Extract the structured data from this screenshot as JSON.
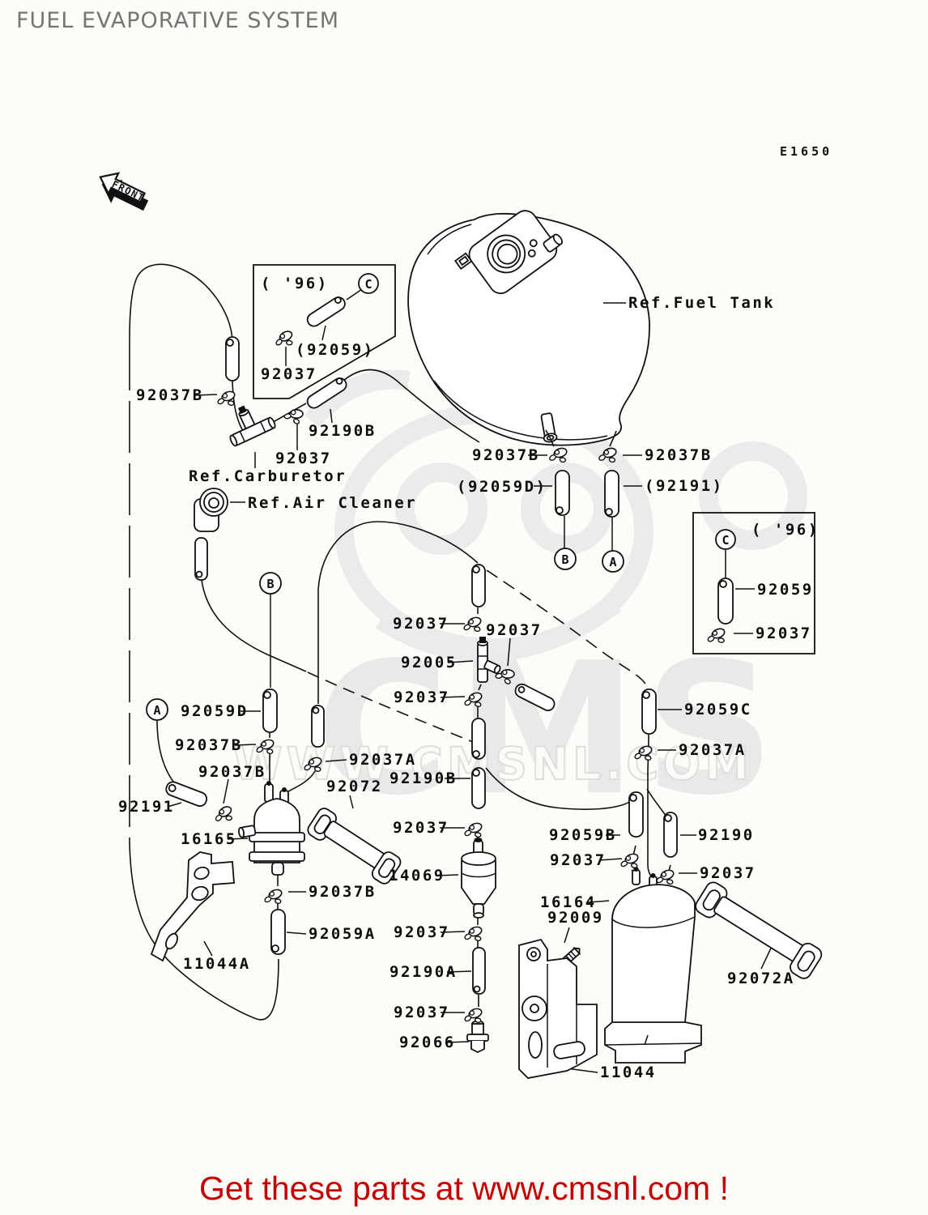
{
  "texts": {
    "title": "FUEL EVAPORATIVE SYSTEM",
    "code": "E1650",
    "front": "FRONT",
    "footer": "Get these parts at www.cmsnl.com !",
    "wm_logo": "CMS",
    "wm_url": "WWW.CMSNL.COM"
  },
  "callouts": {
    "a": "A",
    "b": "B",
    "c": "C"
  },
  "colors": {
    "line": "#111111",
    "title_gray": "#757575",
    "footer_red": "#c40000",
    "watermark_gray": "#e9e9e9",
    "background": "#fcfcf8"
  },
  "labels": {
    "year96_left": "( '96)",
    "p92059_paren": "(92059)",
    "p92037_inset_left": "92037",
    "p92037b_far_left": "92037B",
    "p92190b_top": "92190B",
    "p92037_carb": "92037",
    "ref_carburetor": "Ref.Carburetor",
    "ref_air_cleaner": "Ref.Air Cleaner",
    "ref_fuel_tank": "Ref.Fuel Tank",
    "p92037b_tank_left": "92037B",
    "p92037b_tank_right": "92037B",
    "p92059d_paren": "(92059D)",
    "p92191_paren": "(92191)",
    "year96_right": "( '96)",
    "p92059_inset_right": "92059",
    "p92037_inset_right": "92037",
    "p92037_center1": "92037",
    "p92037_center2": "92037",
    "p92005": "92005",
    "p92037_center3": "92037",
    "p92059c": "92059C",
    "p92037a_right": "92037A",
    "p92059d": "92059D",
    "p92037b_left1": "92037B",
    "p92037b_left2": "92037B",
    "p92191": "92191",
    "p16165": "16165",
    "p92072": "92072",
    "p92037a_center": "92037A",
    "p92190b_center": "92190B",
    "p92037_center4": "92037",
    "p14069": "14069",
    "p92037b_left3": "92037B",
    "p92059a": "92059A",
    "p11044a": "11044A",
    "p92037_center5": "92037",
    "p92190a": "92190A",
    "p92037_center6": "92037",
    "p92066": "92066",
    "p92059b": "92059B",
    "p92190": "92190",
    "p92037_right1": "92037",
    "p92037_right2": "92037",
    "p16164": "16164",
    "p92009": "92009",
    "p92072a": "92072A",
    "p11044": "11044"
  }
}
